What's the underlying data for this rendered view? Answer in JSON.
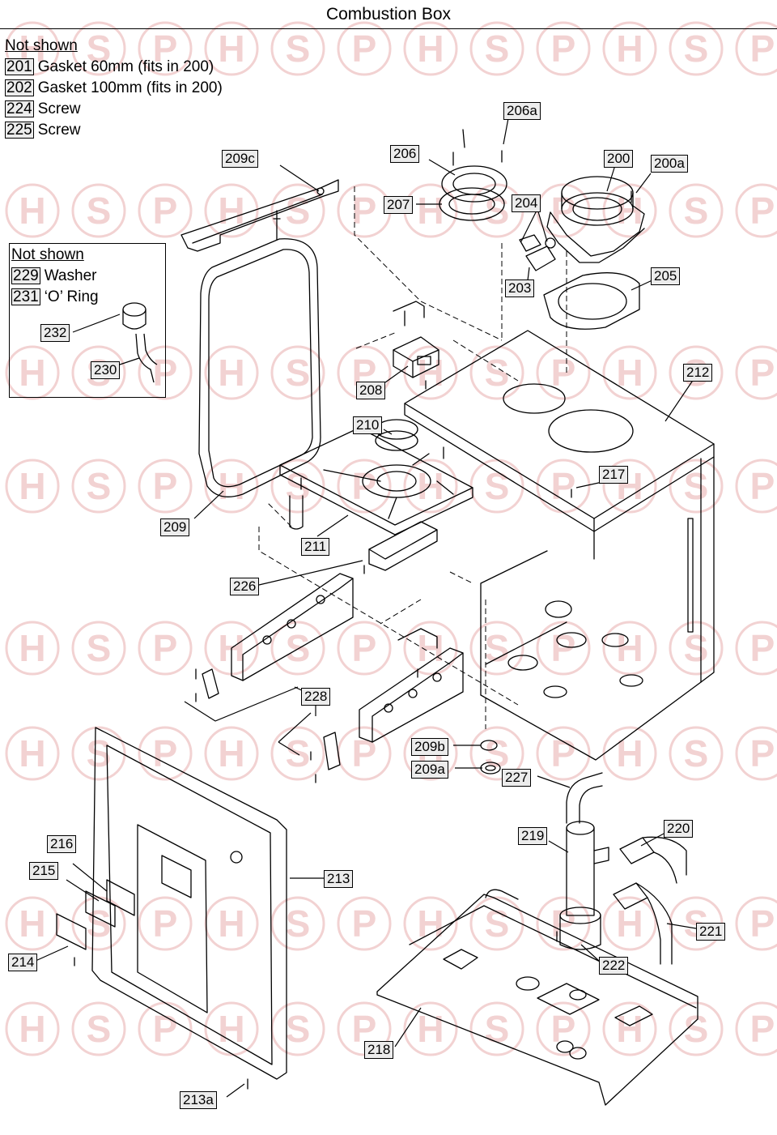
{
  "header": {
    "title": "Combustion Box"
  },
  "notes": {
    "heading": "Not shown",
    "items": [
      {
        "num": "201",
        "text": "Gasket 60mm (fits in 200)"
      },
      {
        "num": "202",
        "text": "Gasket 100mm (fits in 200)"
      },
      {
        "num": "224",
        "text": "Screw"
      },
      {
        "num": "225",
        "text": "Screw"
      }
    ]
  },
  "inset": {
    "heading": "Not shown",
    "items": [
      {
        "num": "229",
        "text": "Washer"
      },
      {
        "num": "231",
        "text": "‘O’ Ring"
      }
    ],
    "callouts": [
      "232",
      "230"
    ]
  },
  "callouts": [
    "206a",
    "206",
    "200",
    "200a",
    "209c",
    "207",
    "204",
    "203",
    "205",
    "208",
    "212",
    "210",
    "217",
    "209",
    "211",
    "226",
    "228",
    "209b",
    "209a",
    "227",
    "219",
    "220",
    "216",
    "215",
    "213",
    "221",
    "214",
    "222",
    "218",
    "213a"
  ],
  "watermark": {
    "letters": [
      "H",
      "S",
      "P"
    ],
    "color": "#f2d2d2"
  }
}
